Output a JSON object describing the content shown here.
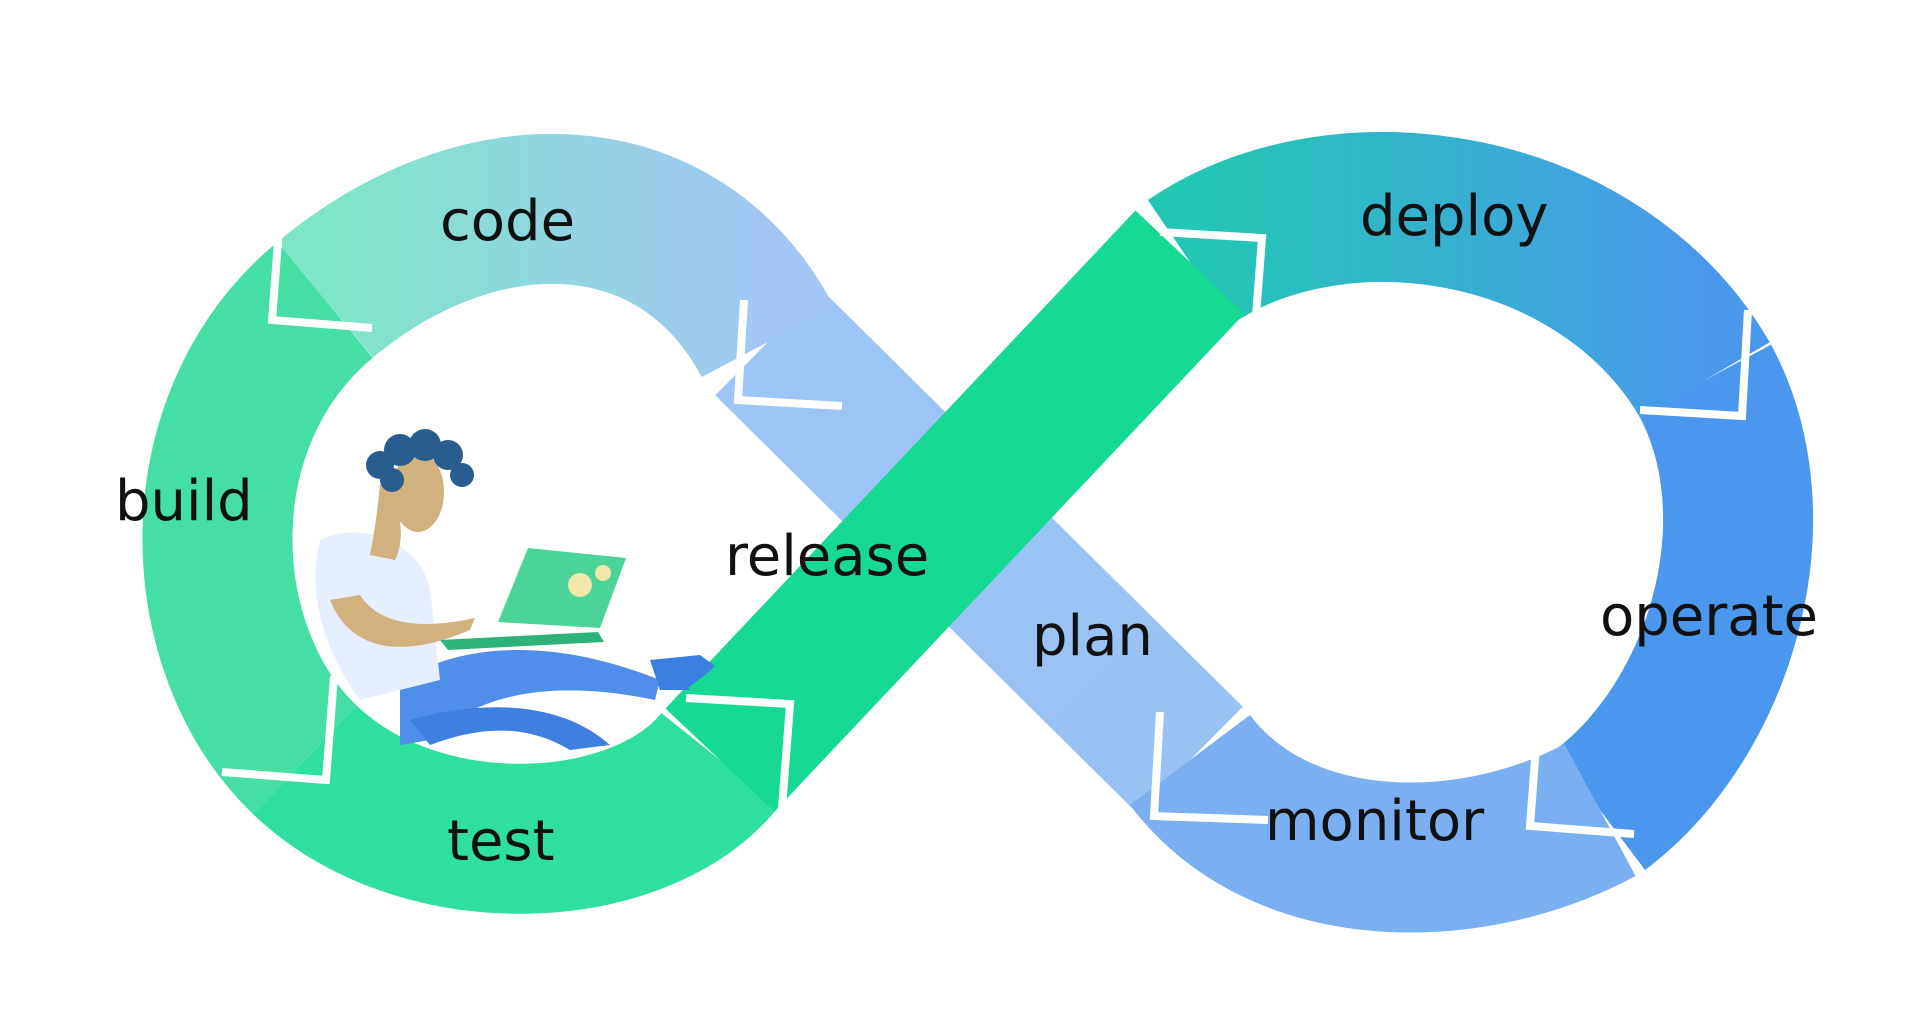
{
  "diagram": {
    "stages": [
      "code",
      "build",
      "test",
      "release",
      "deploy",
      "operate",
      "monitor",
      "plan"
    ],
    "colors": {
      "code": "#84dfd0",
      "build": "#45dfa6",
      "test": "#2fdf9e",
      "release": "#16d994",
      "deploy": "#2bbcc0",
      "operate": "#4b97ee",
      "monitor": "#7aaff2",
      "plan": "#9cc4f6",
      "outline": "#ffffff",
      "text": "#111111"
    },
    "icons": [
      "person-with-laptop-illustration",
      "laptop-icon"
    ]
  }
}
